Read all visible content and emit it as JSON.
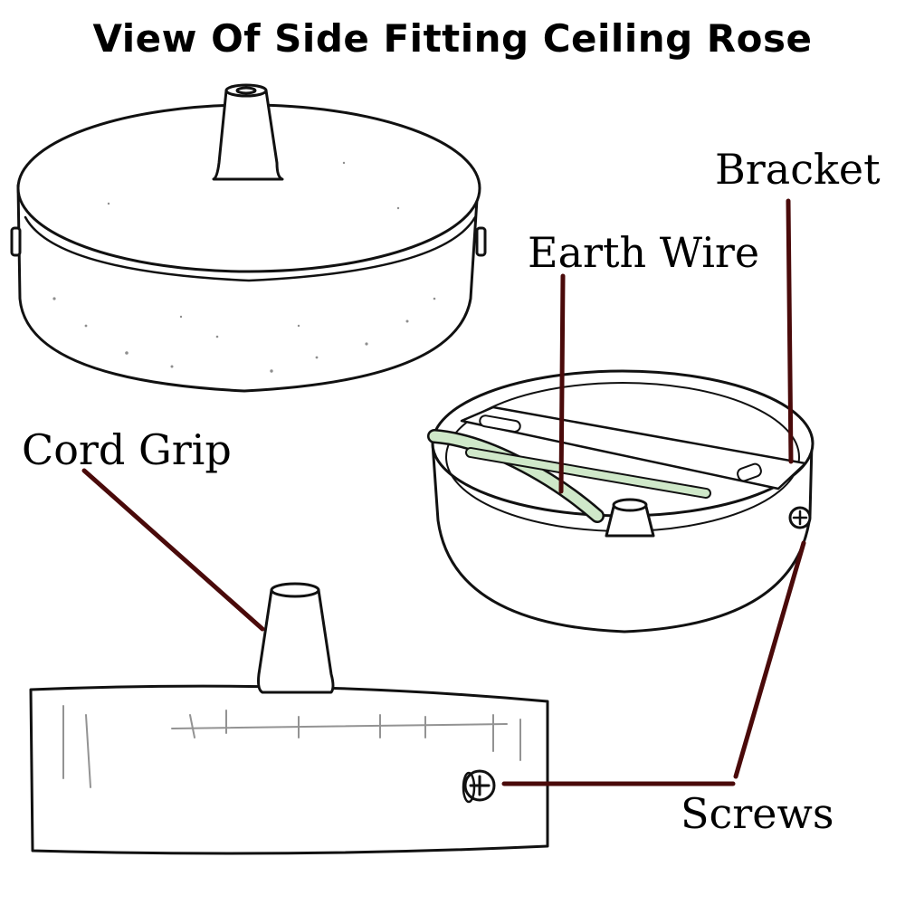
{
  "title": "View Of Side Fitting Ceiling Rose",
  "labels": {
    "bracket": "Bracket",
    "earth_wire": "Earth Wire",
    "cord_grip": "Cord Grip",
    "screws": "Screws"
  },
  "colors": {
    "leader_line": "#4a0a0a",
    "outline": "#111111",
    "earth_wire_fill": "#cfe8c9"
  }
}
